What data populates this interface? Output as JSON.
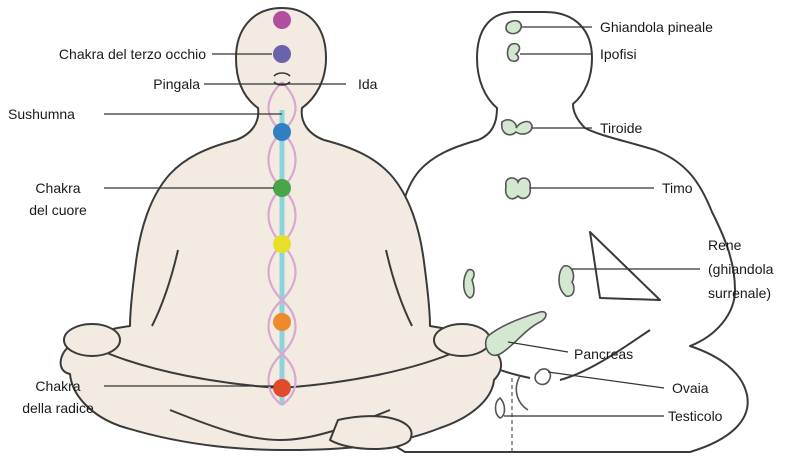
{
  "colors": {
    "skin": "#f3ebe2",
    "outline": "#3a3a3a",
    "gland_fill": "#d3e7d1",
    "ida_pingala": "#d9a7cf",
    "sushumna": "#8fd3da"
  },
  "chakras": [
    {
      "name": "crown",
      "color": "#b14f9e"
    },
    {
      "name": "third-eye",
      "color": "#6b62ad"
    },
    {
      "name": "throat",
      "color": "#2f7fc2"
    },
    {
      "name": "heart",
      "color": "#4aa548"
    },
    {
      "name": "solar-plexus",
      "color": "#e7df29"
    },
    {
      "name": "sacral",
      "color": "#ee8a2c"
    },
    {
      "name": "root",
      "color": "#e04b2b"
    }
  ],
  "left_labels": {
    "third_eye": "Chakra del terzo occhio",
    "pingala": "Pingala",
    "ida": "Ida",
    "sushumna": "Sushumna",
    "heart_line1": "Chakra",
    "heart_line2": "del cuore",
    "root_line1": "Chakra",
    "root_line2": "della radice"
  },
  "right_labels": {
    "pineal": "Ghiandola pineale",
    "pituitary": "Ipofisi",
    "thyroid": "Tiroide",
    "thymus": "Timo",
    "kidney_line1": "Rene",
    "kidney_line2": "(ghiandola",
    "kidney_line3": "surrenale)",
    "pancreas": "Pancreas",
    "ovary": "Ovaia",
    "testicle": "Testicolo"
  }
}
